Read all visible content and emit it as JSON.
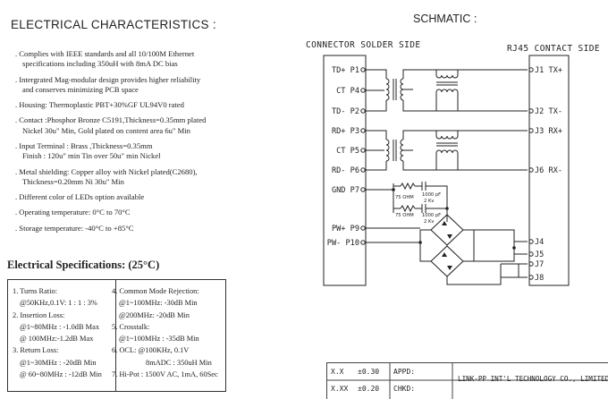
{
  "left": {
    "section_title": "ELECTRICAL CHARACTERISTICS :",
    "features": [
      {
        "bullet": ". Complies with IEEE standards and all  10/100M Ethernet",
        "cont": "specifications including 350uH with 8mA  DC bias"
      },
      {
        "bullet": ". Intergrated Mag-modular design provides higher reliability",
        "cont": "and conserves minimizing PCB space"
      },
      {
        "bullet": ". Housing: Thermoplastic PBT+30%GF UL94V0 rated",
        "cont": ""
      },
      {
        "bullet": ". Contact :Phosphor Bronze C5191,Thickness=0.35mm plated",
        "cont": "Nickel 30u\" Min, Gold plated on content area 6u\" Min"
      },
      {
        "bullet": ". Input Terminal : Brass ,Thickness=0.35mm",
        "cont": "Finish : 120u\" min Tin over 50u\" min Nickel"
      },
      {
        "bullet": ". Metal shielding: Copper alloy with Nickel plated(C2680),",
        "cont": "Thickness=0.20mm  Ni 30u\" Min"
      },
      {
        "bullet": ". Different color of LEDs option available",
        "cont": ""
      },
      {
        "bullet": ". Operating temperature: 0°C to 70°C",
        "cont": ""
      },
      {
        "bullet": ". Storage temperature: -40°C to +85°C",
        "cont": ""
      }
    ],
    "spec_title": "Electrical Specifications: (25°C)",
    "spec_left": [
      "1.  Turns Ratio:",
      "@50KHz,0.1V: 1 : 1 : 3%",
      "2. Insertion Loss:",
      "@1~80MHz : -1.0dB Max",
      "@ 100MHz:-1.2dB Max",
      "3. Return Loss:",
      "@1~30MHz : -20dB Min",
      "@ 60~80MHz : -12dB Min"
    ],
    "spec_right": [
      "4. Common Mode Rejection:",
      "@1~100MHz: -30dB Min",
      "@200MHz: -20dB Min",
      "5. Crosstalk:",
      "@1~100MHz : -35dB Min",
      "6. OCL:   @100KHz, 0.1V",
      "8mADC : 350uH Min",
      "7. Hi-Pot : 1500V AC, 1mA, 60Sec"
    ]
  },
  "schematic": {
    "title": "SCHMATIC :",
    "connector_label": "CONNECTOR SOLDER SIDE",
    "rj45_label": "RJ45 CONTACT SIDE",
    "left_pins": [
      "TD+ P1",
      "CT P4",
      "TD- P2",
      "RD+ P3",
      "CT P5",
      "RD- P6",
      "GND P7",
      "PW+ P9",
      "PW- P10"
    ],
    "right_pins": [
      "J1 TX+",
      "J2 TX-",
      "J3 RX+",
      "J6 RX-",
      "J4",
      "J5",
      "J7",
      "J8"
    ],
    "resistor_label": "75 OHM",
    "cap_value": "1000 pF",
    "cap_rating": "2 Kv"
  },
  "title_block": {
    "tol_a": "X.X",
    "tol_a_val": "±0.30",
    "tol_b": "X.XX",
    "tol_b_val": "±0.20",
    "appd": "APPD:",
    "chkd": "CHKD:",
    "company": "LINK-PP INT'L TECHNOLOGY CO., LIMITED"
  }
}
